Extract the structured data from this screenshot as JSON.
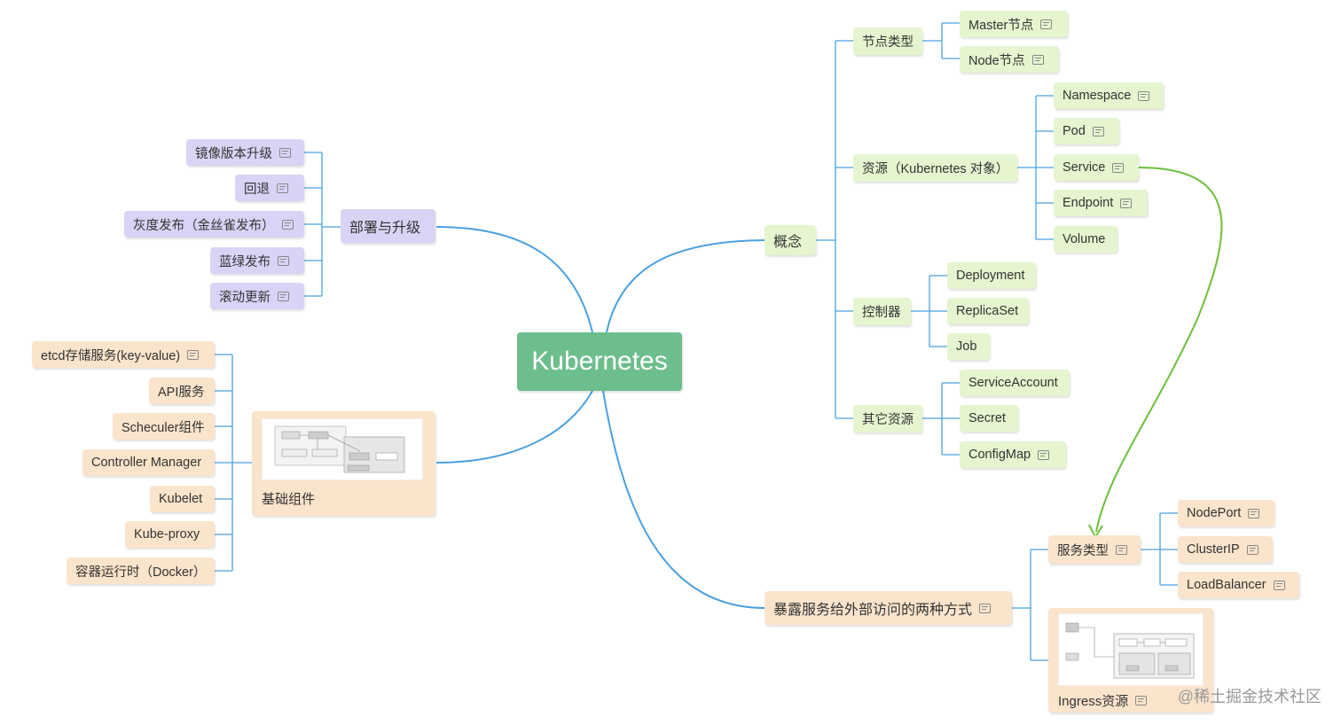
{
  "root": "Kubernetes",
  "concept": {
    "label": "概念",
    "node_types": {
      "label": "节点类型",
      "items": [
        "Master节点",
        "Node节点"
      ]
    },
    "resources": {
      "label": "资源（Kubernetes 对象）",
      "items": [
        "Namespace",
        "Pod",
        "Service",
        "Endpoint",
        "Volume"
      ]
    },
    "controllers": {
      "label": "控制器",
      "items": [
        "Deployment",
        "ReplicaSet",
        "Job"
      ]
    },
    "other": {
      "label": "其它资源",
      "items": [
        "ServiceAccount",
        "Secret",
        "ConfigMap"
      ]
    }
  },
  "deploy": {
    "label": "部署与升级",
    "items": [
      "镜像版本升级",
      "回退",
      "灰度发布（金丝雀发布）",
      "蓝绿发布",
      "滚动更新"
    ]
  },
  "components": {
    "label": "基础组件",
    "items": [
      "etcd存储服务(key-value)",
      "API服务",
      "Scheculer组件",
      "Controller Manager",
      "Kubelet",
      "Kube-proxy",
      "容器运行时（Docker）"
    ]
  },
  "expose": {
    "label": "暴露服务给外部访问的两种方式",
    "service_types": {
      "label": "服务类型",
      "items": [
        "NodePort",
        "ClusterIP",
        "LoadBalancer"
      ]
    },
    "ingress": {
      "label": "Ingress资源"
    }
  },
  "watermark": "@稀土掘金技术社区",
  "colors": {
    "root": "#6cbe8c",
    "concept": "#e4f5cf",
    "deploy": "#d9d3f5",
    "components": "#fbe4cc",
    "line": "#3d9be0",
    "arrow": "#6cbf3a"
  }
}
